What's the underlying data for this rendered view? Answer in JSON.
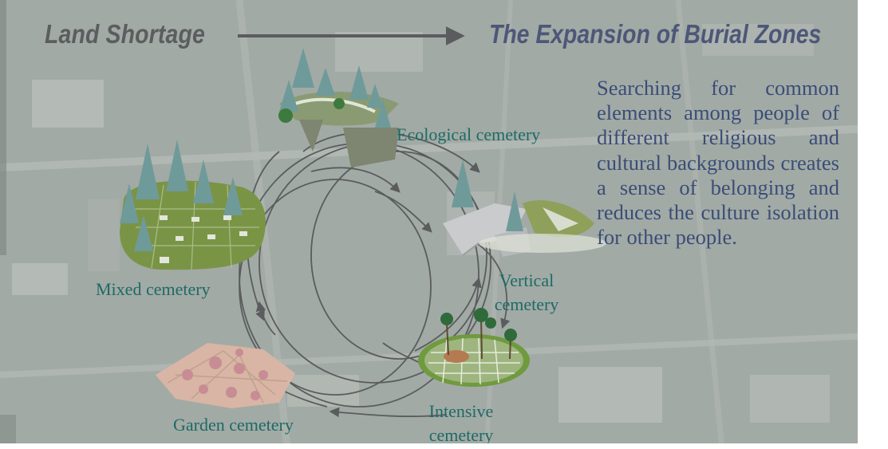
{
  "header": {
    "left_title": "Land Shortage",
    "right_title": "The Expansion of Burial Zones"
  },
  "description": "Searching for common elements among people of different religious and cultural backgrounds creates a sense of belonging and reduces the culture isolation for other people.",
  "cemeteries": {
    "ecological": "Ecological cemetery",
    "mixed": "Mixed cemetery",
    "vertical_line1": "Vertical",
    "vertical_line2": "cemetery",
    "intensive_line1": "Intensive",
    "intensive_line2": "cemetery",
    "garden": "Garden cemetery"
  },
  "colors": {
    "left_title": "#5b5d5f",
    "right_title": "#4d5778",
    "paragraph": "#3a4d78",
    "label": "#1d6a66",
    "arrow": "#5a5c5e"
  }
}
